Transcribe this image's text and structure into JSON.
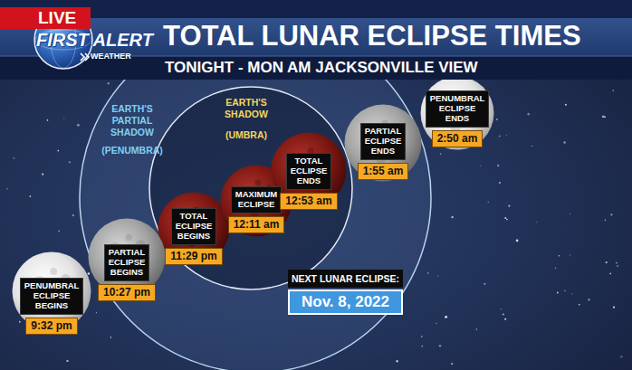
{
  "diagram": {
    "title": "TOTAL LUNAR ECLIPSE TIMES",
    "nodes": [
      {
        "text": [
          "EARTH'S PARTIAL SHADOW",
          "(PENUMBRA)"
        ]
      },
      {
        "text": [
          "EARTH'S SHADOW",
          "(UMBRA)"
        ],
        "in": 0
      },
      {
        "text": [
          "PENUMBRAL ECLIPSE BEGINS",
          "9:32 pm"
        ]
      },
      {
        "text": [
          "PARTIAL ECLIPSE BEGINS",
          "10:27 pm"
        ],
        "in": 0
      },
      {
        "text": [
          "TOTAL ECLIPSE BEGINS",
          "11:29 pm"
        ],
        "in": 1
      },
      {
        "text": [
          "MAXIMUM ECLIPSE",
          "12:11 am"
        ],
        "in": 1
      },
      {
        "text": [
          "TOTAL ECLIPSE ENDS",
          "12:53 am"
        ],
        "in": 1
      },
      {
        "text": [
          "PARTIAL ECLIPSE ENDS",
          "1:55 am"
        ],
        "in": 0
      },
      {
        "text": [
          "PENUMBRAL ECLIPSE ENDS",
          "2:50 am"
        ]
      },
      {
        "text": [
          "NEXT LUNAR ECLIPSE:",
          "Nov. 8, 2022"
        ],
        "in": 0
      }
    ],
    "labels": [
      "LIVE",
      "FIRST ALERT",
      "WEATHER",
      "TONIGHT - MON AM JACKSONVILLE VIEW"
    ]
  }
}
